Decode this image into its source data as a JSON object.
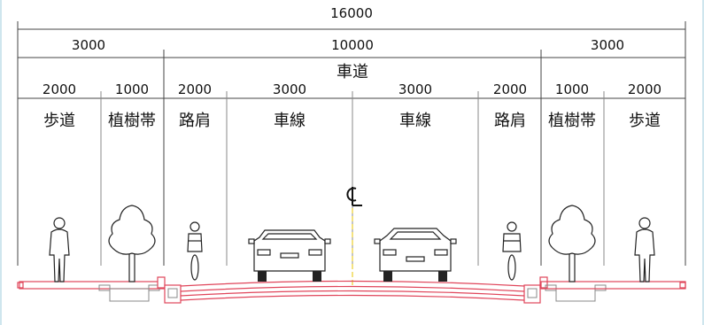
{
  "total_width": "16000",
  "upper_dims": {
    "left": "3000",
    "center": "10000",
    "right": "3000",
    "center_label": "車道"
  },
  "lower_dims": [
    "2000",
    "1000",
    "2000",
    "3000",
    "3000",
    "2000",
    "1000",
    "2000"
  ],
  "zone_labels": [
    "歩道",
    "植樹帯",
    "路肩",
    "車線",
    "車線",
    "路肩",
    "植樹帯",
    "歩道"
  ],
  "centerline_symbol": "CL",
  "colors": {
    "pavement": "#e0455a",
    "centerline": "#e8c400",
    "frame": "#cfe6ee"
  },
  "icons": [
    "pedestrian-icon",
    "tree-icon",
    "cyclist-icon",
    "car-icon",
    "car-icon",
    "cyclist-icon",
    "tree-icon",
    "pedestrian-icon"
  ]
}
